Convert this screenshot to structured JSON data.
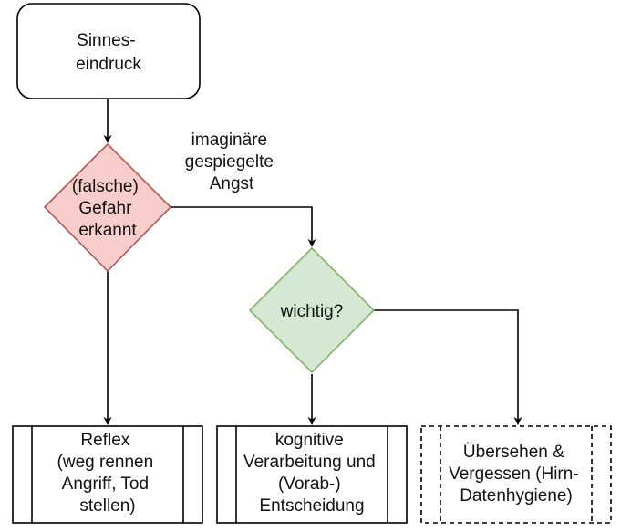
{
  "nodes": {
    "sinneseindruck": {
      "lines": [
        "Sinnes-",
        "eindruck"
      ],
      "stroke": "#000000",
      "fill": "#ffffff"
    },
    "gefahr": {
      "lines": [
        "(falsche)",
        "Gefahr",
        "erkannt"
      ],
      "fill": "#f8cecc",
      "stroke": "#b85450"
    },
    "wichtig": {
      "lines": [
        "wichtig?"
      ],
      "fill": "#d5e8d4",
      "stroke": "#82b366"
    },
    "reflex": {
      "lines": [
        "Reflex",
        "(weg rennen",
        "Angriff, Tod",
        "stellen)"
      ],
      "stroke": "#000000"
    },
    "kognitive": {
      "lines": [
        "kognitive",
        "Verarbeitung und",
        "(Vorab-)",
        "Entscheidung"
      ],
      "stroke": "#000000"
    },
    "uebersehen": {
      "lines": [
        "Übersehen &",
        "Vergessen (Hirn-",
        "Datenhygiene)"
      ],
      "stroke": "#000000"
    }
  },
  "edges": {
    "gefahr_to_wichtig_label": [
      "imaginäre",
      "gespiegelte",
      "Angst"
    ]
  },
  "line_color": "#000000"
}
